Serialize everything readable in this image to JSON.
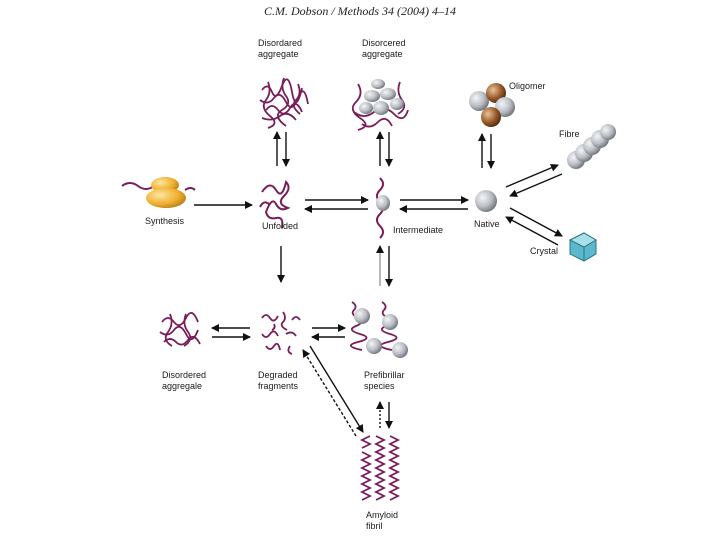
{
  "header": "C.M. Dobson / Methods 34 (2004) 4–14",
  "labels": {
    "disordered_aggregate_top_1": "Disordared",
    "disordered_aggregate_top_2": "aggregate",
    "disordered_aggregate_mid_1": "Disorcered",
    "disordered_aggregate_mid_2": "aggregate",
    "oligomer": "Oligomer",
    "fibre": "Fibre",
    "synthesis": "Synthesis",
    "unfolded": "Unfolded",
    "intermediate": "Intermediate",
    "native": "Native",
    "crystal": "Crystal",
    "disordered_aggregate_bottom_1": "Disordered",
    "disordered_aggregate_bottom_2": "aggregale",
    "degraded_fragments_1": "Degraded",
    "degraded_fragments_2": "fragments",
    "prefibrillar_species_1": "Prefibrillar",
    "prefibrillar_species_2": "species",
    "amyloid_fibril_1": "Amyloid",
    "amyloid_fibril_2": "fibril"
  },
  "colors": {
    "chain": "#7a1e5a",
    "ribosome": "#f0b030",
    "native_grey": "#b8bcc2",
    "oligomer_brown": "#9a5a2a",
    "crystal": "#5ab8cc",
    "arrow": "#111111"
  }
}
